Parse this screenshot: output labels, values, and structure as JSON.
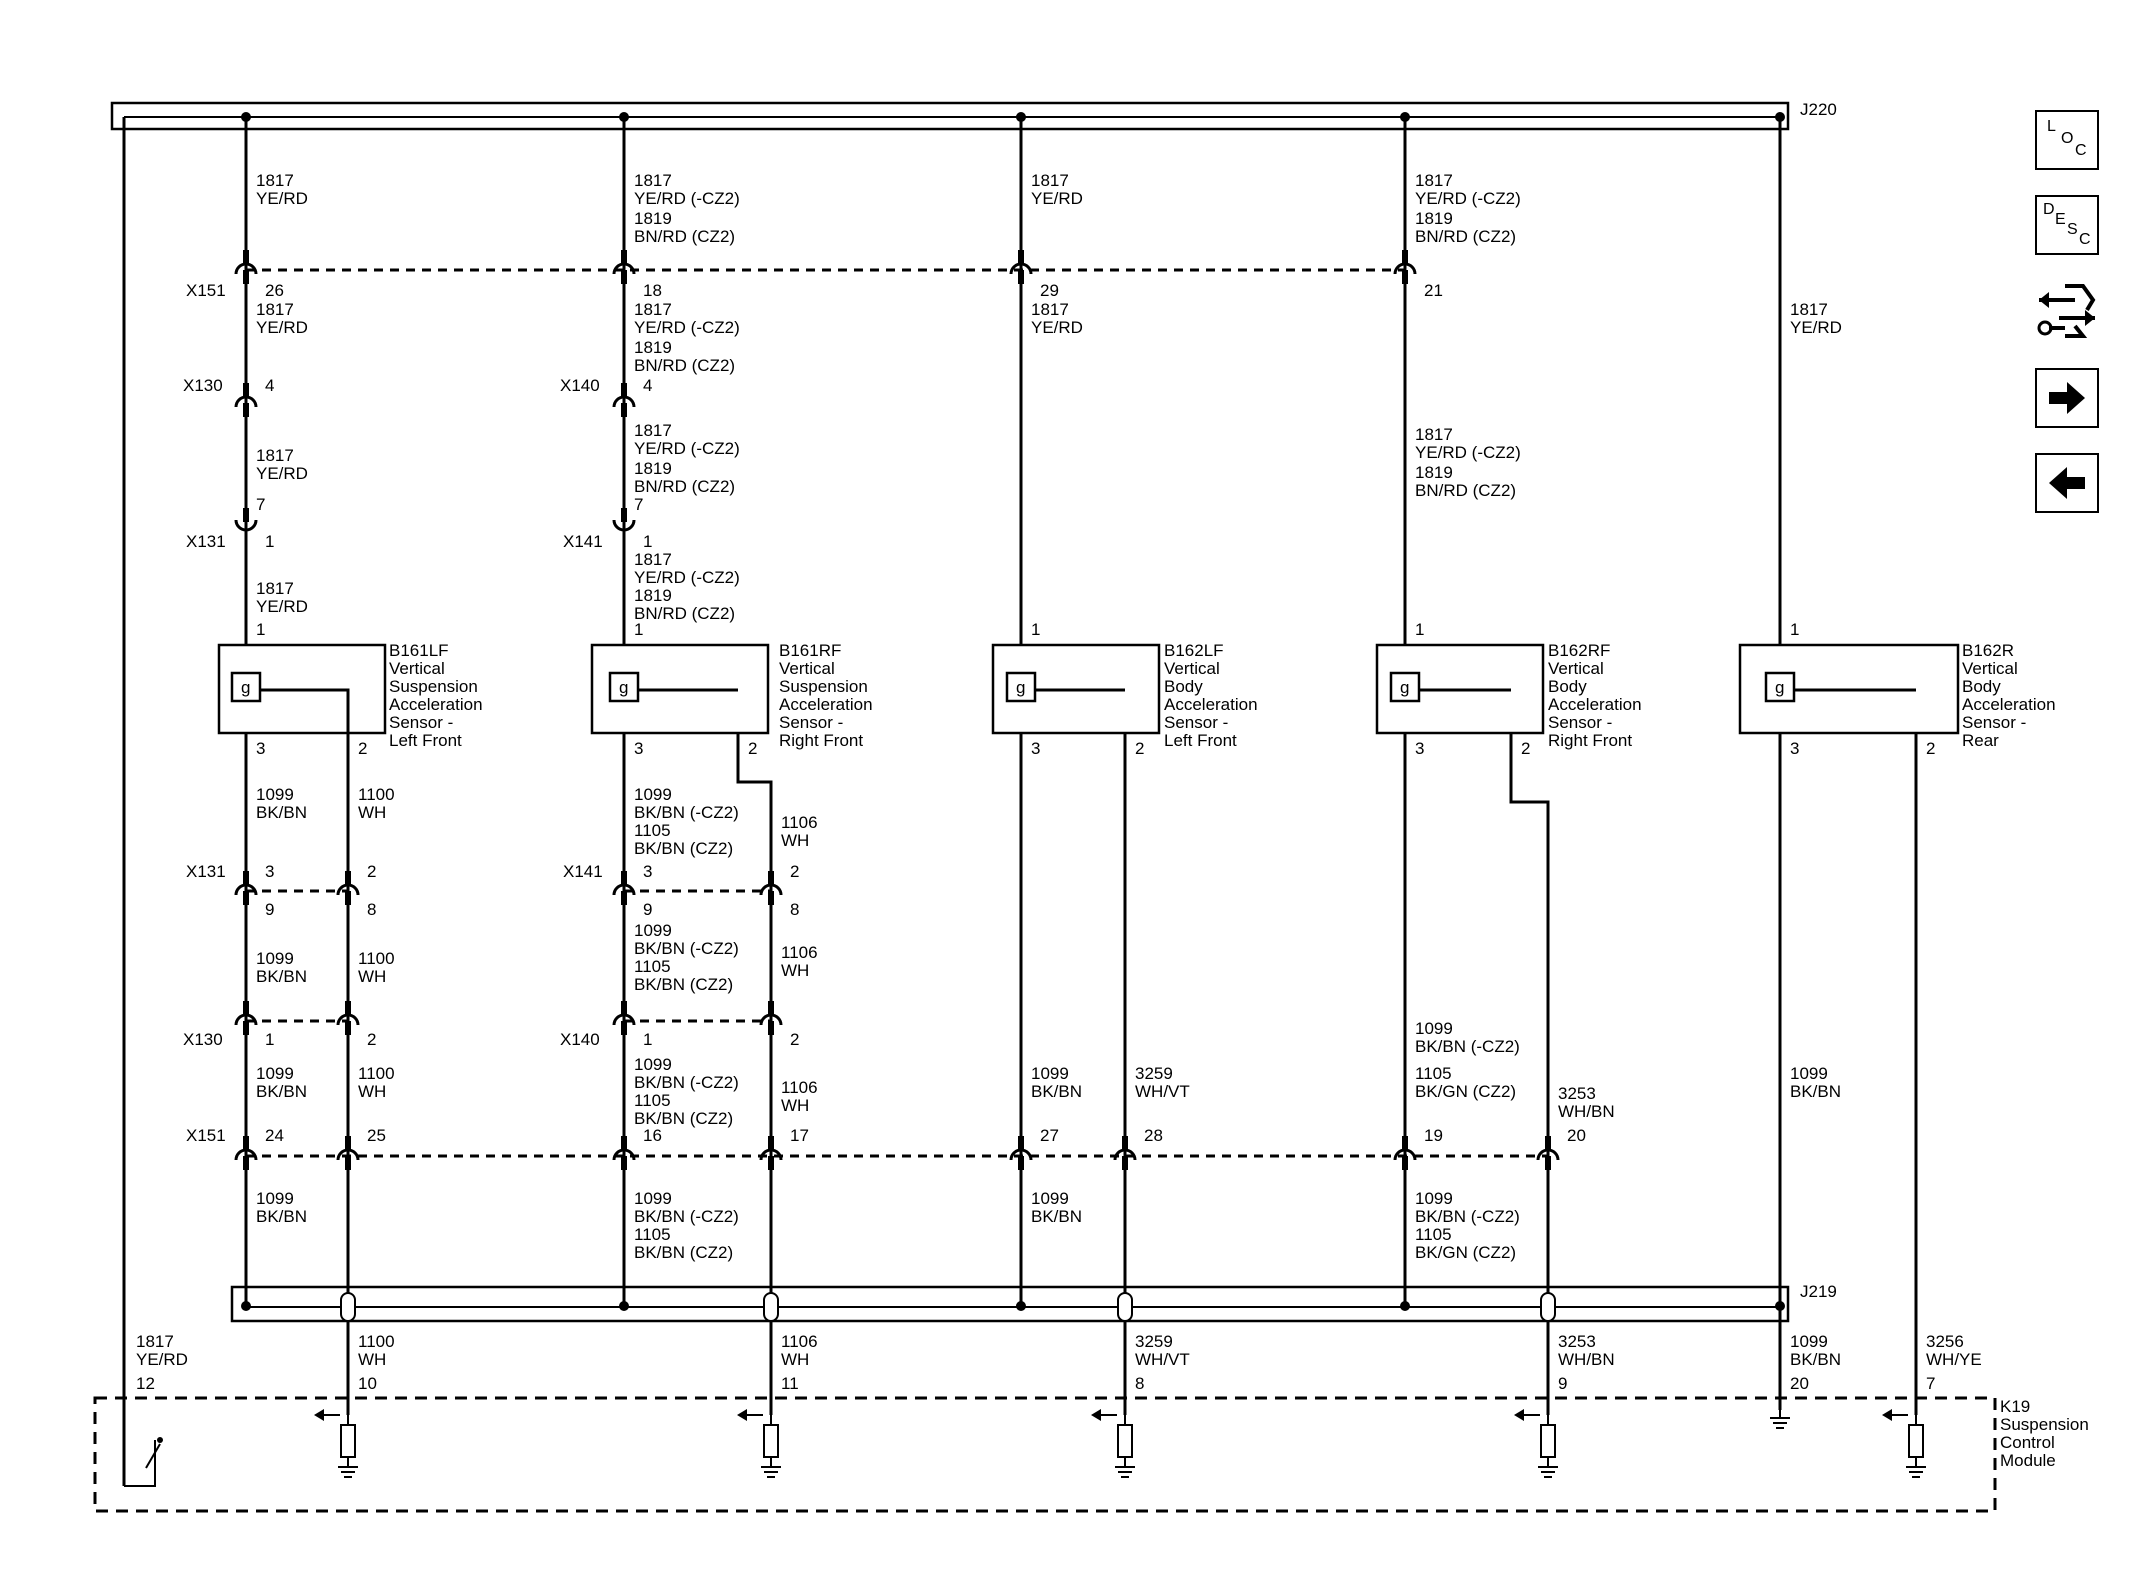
{
  "connectors": {
    "j220": "J220",
    "j219": "J219",
    "x151": "X151",
    "x130": "X130",
    "x131": "X131",
    "x140": "X140",
    "x141": "X141"
  },
  "wires": {
    "w1817": "1817",
    "w1819": "1819",
    "w1099": "1099",
    "w1100": "1100",
    "w1105": "1105",
    "w1106": "1106",
    "w3259": "3259",
    "w3253": "3253",
    "w3256": "3256",
    "c_yerd": "YE/RD",
    "c_yerd_ncz2": "YE/RD (-CZ2)",
    "c_bnrd_cz2": "BN/RD (CZ2)",
    "c_bkbn": "BK/BN",
    "c_bkbn_ncz2": "BK/BN (-CZ2)",
    "c_bkbn_cz2": "BK/BN (CZ2)",
    "c_bkgn_cz2": "BK/GN (CZ2)",
    "c_wh": "WH",
    "c_whvt": "WH/VT",
    "c_whbn": "WH/BN",
    "c_whye": "WH/YE"
  },
  "pins": {
    "p1": "1",
    "p2": "2",
    "p3": "3",
    "p4": "4",
    "p7": "7",
    "p8": "8",
    "p9": "9",
    "p10": "10",
    "p11": "11",
    "p12": "12",
    "p16": "16",
    "p17": "17",
    "p18": "18",
    "p19": "19",
    "p20": "20",
    "p21": "21",
    "p24": "24",
    "p25": "25",
    "p26": "26",
    "p27": "27",
    "p28": "28",
    "p29": "29"
  },
  "sensors": {
    "g": "g",
    "b161lf": [
      "B161LF",
      "Vertical",
      "Suspension",
      "Acceleration",
      "Sensor -",
      "Left Front"
    ],
    "b161rf": [
      "B161RF",
      "Vertical",
      "Suspension",
      "Acceleration",
      "Sensor -",
      "Right Front"
    ],
    "b162lf": [
      "B162LF",
      "Vertical",
      "Body",
      "Acceleration",
      "Sensor -",
      "Left Front"
    ],
    "b162rf": [
      "B162RF",
      "Vertical",
      "Body",
      "Acceleration",
      "Sensor -",
      "Right Front"
    ],
    "b162r": [
      "B162R",
      "Vertical",
      "Body",
      "Acceleration",
      "Sensor -",
      "Rear"
    ]
  },
  "module": [
    "K19",
    "Suspension",
    "Control",
    "Module"
  ],
  "nav": {
    "loc": [
      "L",
      "O",
      "C"
    ],
    "desc": [
      "D",
      "E",
      "S",
      "C"
    ],
    "icons": [
      "harness-icon",
      "arrow-right-icon",
      "arrow-left-icon"
    ]
  }
}
